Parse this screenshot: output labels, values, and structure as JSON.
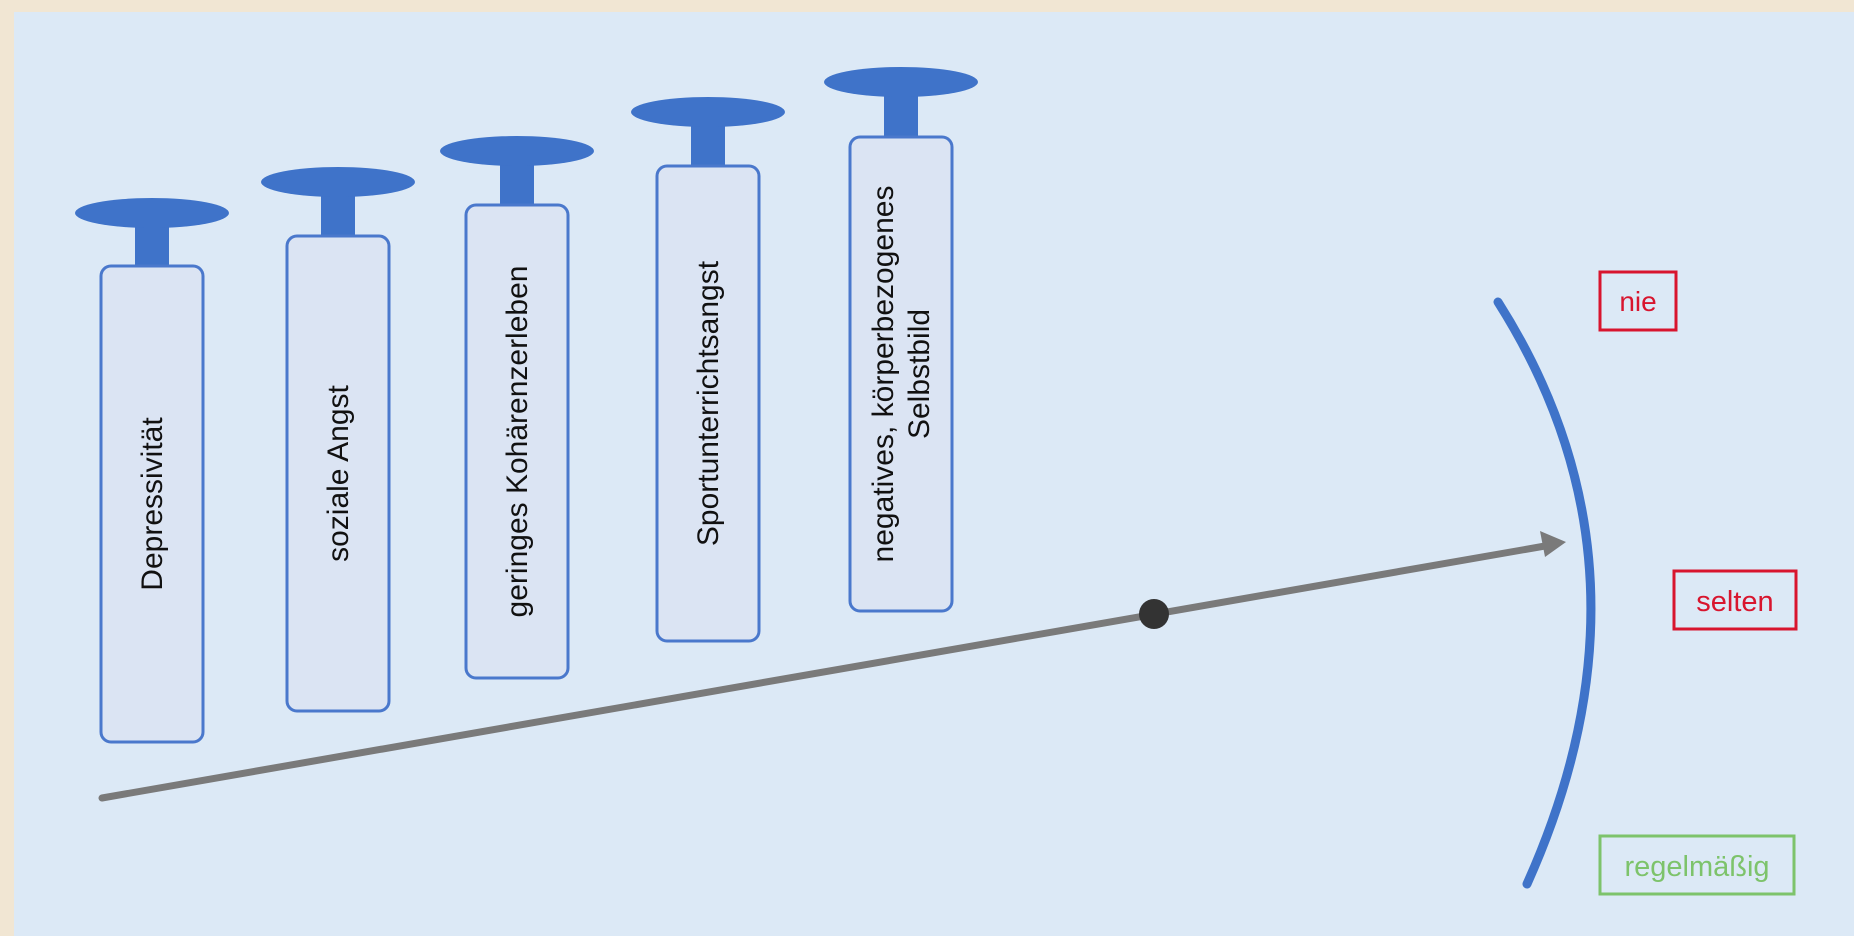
{
  "colors": {
    "page_background": "#f1e6d3",
    "canvas_background": "#dce9f6",
    "shape_blue": "#3f73c9",
    "box_fill": "#dbe4f3",
    "box_stroke": "#4a78cc",
    "axis_gray": "#7a7a7a",
    "dot": "#333333",
    "label_red": "#d8152e",
    "label_green": "#7dc36b"
  },
  "factors": [
    {
      "label_lines": [
        "Depressivität"
      ]
    },
    {
      "label_lines": [
        "soziale Angst"
      ]
    },
    {
      "label_lines": [
        "geringes Kohärenzerleben"
      ]
    },
    {
      "label_lines": [
        "Sportunterrichtsangst"
      ]
    },
    {
      "label_lines": [
        "negatives, körperbezogenes",
        "Selbstbild"
      ]
    }
  ],
  "scale_labels": {
    "never": {
      "text": "nie",
      "color": "#d8152e"
    },
    "rarely": {
      "text": "selten",
      "color": "#d8152e"
    },
    "regularly": {
      "text": "regelmäßig",
      "color": "#7dc36b"
    }
  }
}
